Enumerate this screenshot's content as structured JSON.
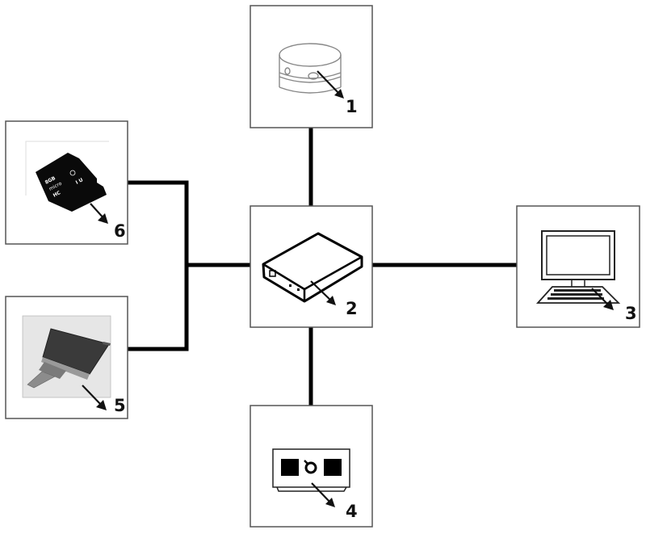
{
  "diagram": {
    "title": "",
    "center_node": {
      "id": "2",
      "label": "2",
      "icon": "control-box-icon"
    },
    "nodes": [
      {
        "id": "1",
        "label": "1",
        "icon": "round-sensor-puck-icon",
        "position": "top"
      },
      {
        "id": "2",
        "label": "2",
        "icon": "control-box-icon",
        "position": "center"
      },
      {
        "id": "3",
        "label": "3",
        "icon": "computer-icon",
        "position": "right"
      },
      {
        "id": "4",
        "label": "4",
        "icon": "circuit-module-icon",
        "position": "bottom"
      },
      {
        "id": "5",
        "label": "5",
        "icon": "lcd-display-module-icon",
        "position": "lower-left"
      },
      {
        "id": "6",
        "label": "6",
        "icon": "micro-sd-card-icon",
        "position": "upper-left"
      }
    ],
    "connections": [
      {
        "from": "1",
        "to": "2"
      },
      {
        "from": "3",
        "to": "2"
      },
      {
        "from": "4",
        "to": "2"
      },
      {
        "from": "5",
        "to": "2"
      },
      {
        "from": "6",
        "to": "2"
      }
    ],
    "sd_card_text": {
      "capacity": "8GB",
      "brand": "micro",
      "class": "HC",
      "speed": "I U"
    }
  }
}
